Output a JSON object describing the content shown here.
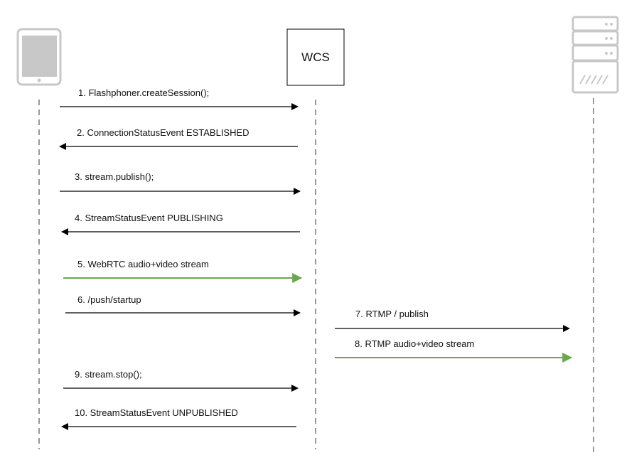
{
  "participants": {
    "server": {
      "label": "WCS"
    }
  },
  "colors": {
    "control": "#000000",
    "media": "#6aa84f",
    "lifeline": "#555555",
    "device_gray": "#c8c8c8"
  },
  "messages": [
    {
      "n": 1,
      "label": "1. Flashphoner.createSession();",
      "type": "control"
    },
    {
      "n": 2,
      "label": "2. ConnectionStatusEvent ESTABLISHED",
      "type": "control"
    },
    {
      "n": 3,
      "label": "3. stream.publish();",
      "type": "control"
    },
    {
      "n": 4,
      "label": "4. StreamStatusEvent PUBLISHING",
      "type": "control"
    },
    {
      "n": 5,
      "label": "5. WebRTC audio+video stream",
      "type": "media"
    },
    {
      "n": 6,
      "label": "6. /push/startup",
      "type": "control"
    },
    {
      "n": 7,
      "label": "7. RTMP / publish",
      "type": "control"
    },
    {
      "n": 8,
      "label": "8. RTMP audio+video stream",
      "type": "media"
    },
    {
      "n": 9,
      "label": "9. stream.stop();",
      "type": "control"
    },
    {
      "n": 10,
      "label": "10. StreamStatusEvent UNPUBLISHED",
      "type": "control"
    }
  ]
}
